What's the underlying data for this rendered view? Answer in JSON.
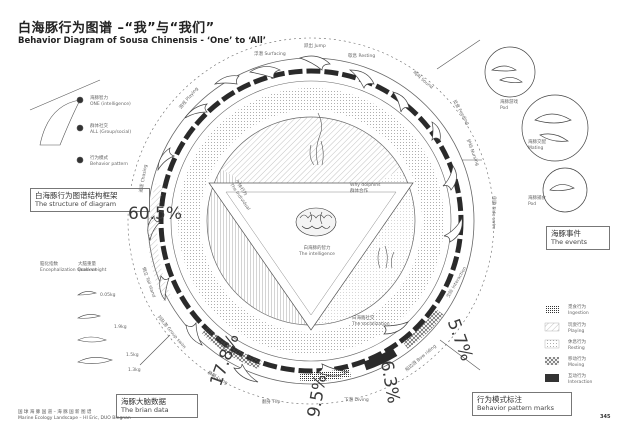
{
  "title": {
    "cn": "白海豚行为图谱 –“我”与“我们”",
    "en": "Behavior Diagram of Sousa Chinensis - ‘One’ to ‘All’"
  },
  "left_legend": {
    "items": [
      {
        "cn": "海豚智力",
        "en": "ONE (intelligence)"
      },
      {
        "cn": "群体社交",
        "en": "ALL (Group/social)"
      },
      {
        "cn": "行为模式",
        "en": "Behavior pattern"
      }
    ]
  },
  "structure_box": {
    "cn": "白海豚行为图谱结构框架",
    "en": "The structure of diagram"
  },
  "brain_box": {
    "cn": "海豚大脑数据",
    "en": "The brian data"
  },
  "events_box": {
    "cn": "海豚事件",
    "en": "The events"
  },
  "pattern_box": {
    "cn": "行为模式标注",
    "en": "Behavior pattern marks"
  },
  "percentages": {
    "p1": "60.5%",
    "p2": "17.8%",
    "p3": "9.5%",
    "p4": "6.3%",
    "p5": "5.7%"
  },
  "brain_labels": [
    {
      "cn": "脑化指数",
      "en": "Encephalization Quotient"
    },
    {
      "cn": "大脑重量",
      "en": "Brain weight"
    },
    {
      "cn": "",
      "en": "0.05kg"
    },
    {
      "cn": "",
      "en": "1.9kg"
    },
    {
      "cn": "",
      "en": "1.5kg"
    },
    {
      "cn": "",
      "en": "1.3kg"
    }
  ],
  "center": {
    "cn": "白海豚的智力",
    "en": "The intelligence"
  },
  "triangle_labels": {
    "top_right": {
      "cn": "群体合作",
      "en": "Why dolphins"
    },
    "left": {
      "cn": "个体行为",
      "en": "The Individual"
    },
    "bottom": {
      "cn": "白海豚社交",
      "en": "The socialization"
    }
  },
  "ring_labels": [
    {
      "cn": "跃出",
      "en": "Jump"
    },
    {
      "cn": "浮潜",
      "en": "Surfacing"
    },
    {
      "cn": "歇息",
      "en": "Resting"
    },
    {
      "cn": "觅食",
      "en": "Feeding"
    },
    {
      "cn": "侧游",
      "en": "Side swim"
    },
    {
      "cn": "交际",
      "en": "Interaction"
    },
    {
      "cn": "追逐",
      "en": "Chasing"
    },
    {
      "cn": "游戏",
      "en": "Playing"
    },
    {
      "cn": "下潜",
      "en": "Diving"
    },
    {
      "cn": "翻身",
      "en": "Flip"
    },
    {
      "cn": "静躺",
      "en": "Lying"
    },
    {
      "cn": "倒立",
      "en": "Tail stand"
    },
    {
      "cn": "鸣叫",
      "en": "Sound"
    },
    {
      "cn": "护幼",
      "en": "Nursing"
    },
    {
      "cn": "列队游",
      "en": "Group swim"
    },
    {
      "cn": "船边游",
      "en": "Bow riding"
    }
  ],
  "events": [
    {
      "cn": "海豚游戏",
      "en": "Pod"
    },
    {
      "cn": "海豚交配",
      "en": "Mating"
    },
    {
      "cn": "海豚捕食",
      "en": "Pod"
    }
  ],
  "pattern_marks": [
    {
      "cn": "觅食行为",
      "en": "Ingestion"
    },
    {
      "cn": "玩耍行为",
      "en": "Playing"
    },
    {
      "cn": "休息行为",
      "en": "Resting"
    },
    {
      "cn": "移动行为",
      "en": "Moving"
    },
    {
      "cn": "互动行为",
      "en": "Interaction"
    }
  ],
  "footer": {
    "line1": "国 球 海 豚 国 道 – 海 豚 国 新 图 谱",
    "line2": "Marine Ecology Landscape – HI Eric, DUO Bingnan"
  },
  "page_number": "345",
  "colors": {
    "line": "#555555",
    "hatch": "#888888",
    "dark": "#222222"
  }
}
